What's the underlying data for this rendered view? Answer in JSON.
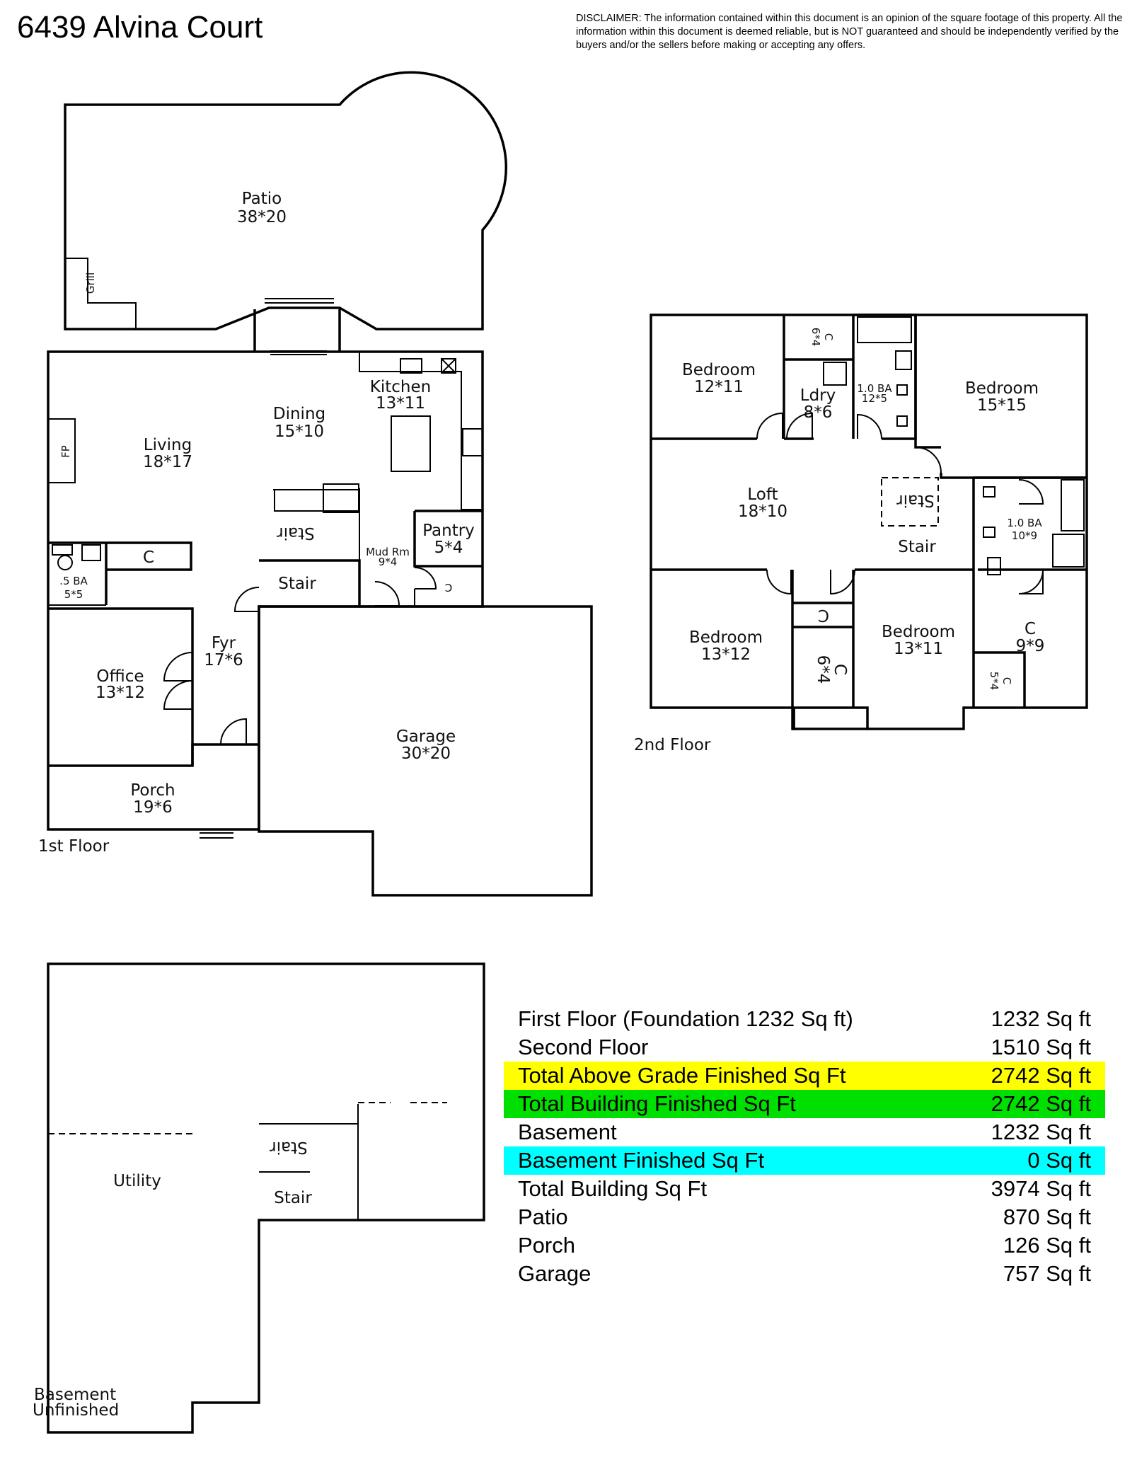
{
  "title": "6439 Alvina Court",
  "disclaimer": "DISCLAIMER: The information contained within this document is an opinion of the square footage of this property. All the information within this document is deemed reliable, but is NOT guaranteed and should be independently verified by the buyers and/or the sellers before making or accepting any offers.",
  "floors": {
    "first": {
      "label": "1st Floor",
      "rooms": {
        "patio": {
          "name": "Patio",
          "dims": "38*20"
        },
        "grill": {
          "name": "Grill"
        },
        "living": {
          "name": "Living",
          "dims": "18*17"
        },
        "fp": {
          "name": "FP"
        },
        "dining": {
          "name": "Dining",
          "dims": "15*10"
        },
        "kitchen": {
          "name": "Kitchen",
          "dims": "13*11"
        },
        "pantry": {
          "name": "Pantry",
          "dims": "5*4"
        },
        "mud_room": {
          "name": "Mud Rm",
          "dims": "9*4"
        },
        "stair_up": {
          "name": "Stair"
        },
        "stair_down": {
          "name": "Stair"
        },
        "closet": {
          "name": "C"
        },
        "closet_pantry": {
          "name": "C"
        },
        "half_bath": {
          "name": ".5 BA",
          "dims": "5*5"
        },
        "office": {
          "name": "Office",
          "dims": "13*12"
        },
        "foyer": {
          "name": "Fyr",
          "dims": "17*6"
        },
        "garage": {
          "name": "Garage",
          "dims": "30*20"
        },
        "porch": {
          "name": "Porch",
          "dims": "19*6"
        }
      }
    },
    "second": {
      "label": "2nd Floor",
      "rooms": {
        "bedroom_nw": {
          "name": "Bedroom",
          "dims": "12*11"
        },
        "closet_top": {
          "name": "C",
          "dims": "6*4"
        },
        "laundry": {
          "name": "Ldry",
          "dims": "8*6"
        },
        "bath_top": {
          "name": "1.0 BA",
          "dims": "12*5"
        },
        "bedroom_ne": {
          "name": "Bedroom",
          "dims": "15*15"
        },
        "loft": {
          "name": "Loft",
          "dims": "18*10"
        },
        "stair_up": {
          "name": "Stair"
        },
        "stair_down": {
          "name": "Stair"
        },
        "bath_right": {
          "name": "1.0 BA",
          "dims": "10*9"
        },
        "bedroom_sw": {
          "name": "Bedroom",
          "dims": "13*12"
        },
        "closet_hall": {
          "name": "C"
        },
        "closet_mid": {
          "name": "C",
          "dims": "6*4"
        },
        "bedroom_se": {
          "name": "Bedroom",
          "dims": "13*11"
        },
        "closet_big": {
          "name": "C",
          "dims": "9*9"
        },
        "closet_small": {
          "name": "C",
          "dims": "5*4"
        }
      }
    },
    "basement": {
      "label_line1": "Basement",
      "label_line2": "Unfinished",
      "rooms": {
        "utility": {
          "name": "Utility"
        },
        "stair_up": {
          "name": "Stair"
        },
        "stair_down": {
          "name": "Stair"
        }
      }
    }
  },
  "summary": [
    {
      "label": "First Floor (Foundation 1232 Sq ft)",
      "value": "1232 Sq ft",
      "highlight": ""
    },
    {
      "label": "Second Floor",
      "value": "1510 Sq ft",
      "highlight": ""
    },
    {
      "label": "Total Above Grade Finished Sq Ft",
      "value": "2742 Sq ft",
      "highlight": "#ffff00"
    },
    {
      "label": "Total Building Finished Sq Ft",
      "value": "2742 Sq ft",
      "highlight": "#00e000"
    },
    {
      "label": "Basement",
      "value": "1232 Sq ft",
      "highlight": ""
    },
    {
      "label": "Basement Finished Sq Ft",
      "value": "0 Sq ft",
      "highlight": "#00ffff"
    },
    {
      "label": "Total Building Sq Ft",
      "value": "3974 Sq ft",
      "highlight": ""
    },
    {
      "label": "Patio",
      "value": "870 Sq ft",
      "highlight": ""
    },
    {
      "label": "Porch",
      "value": "126 Sq ft",
      "highlight": ""
    },
    {
      "label": "Garage",
      "value": "757 Sq ft",
      "highlight": ""
    }
  ]
}
